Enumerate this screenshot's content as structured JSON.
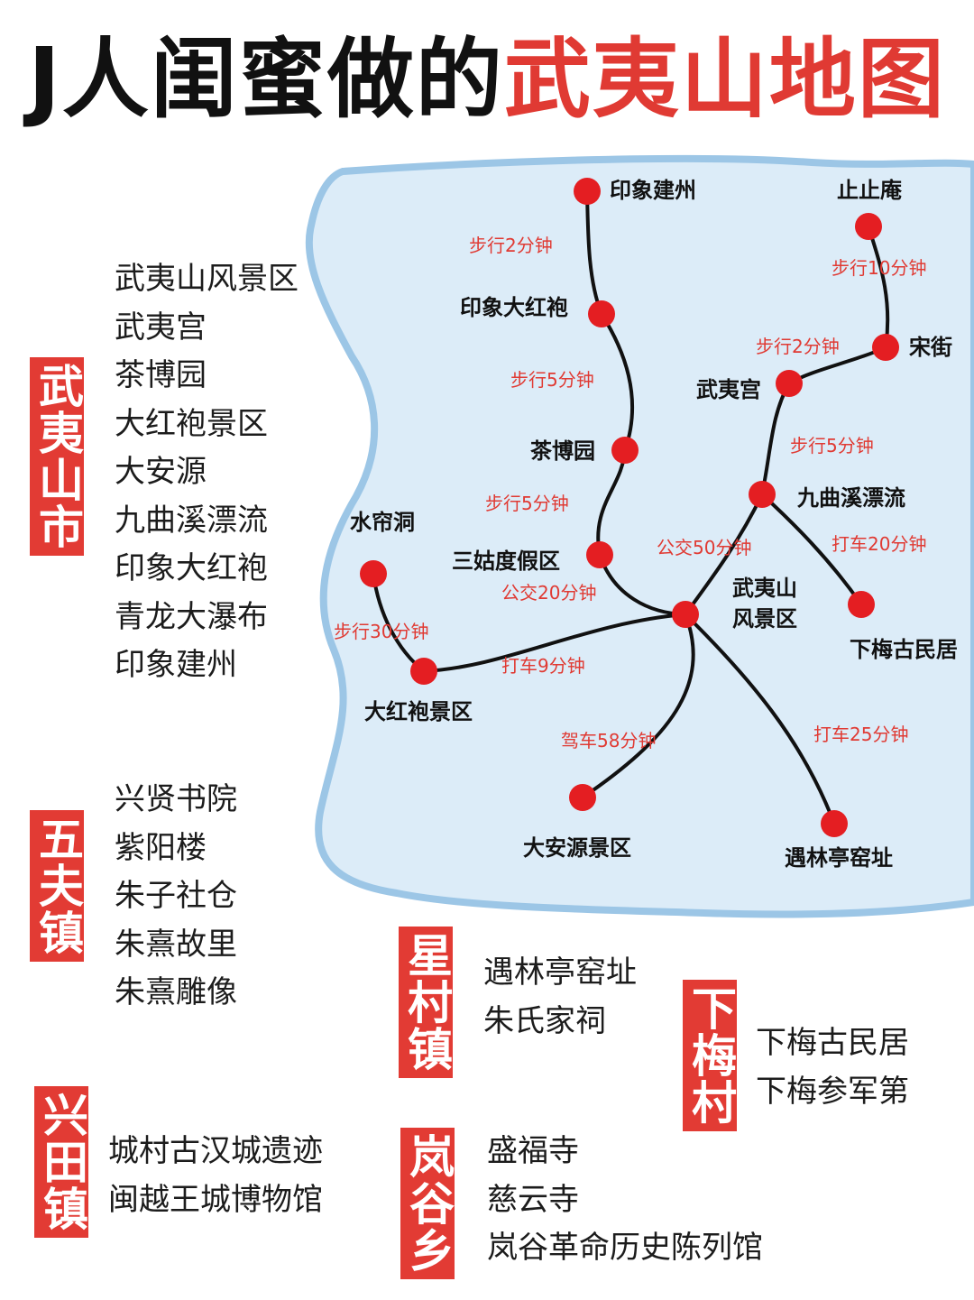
{
  "title": {
    "part1": "J人闺蜜做的",
    "part2": "武夷山地图"
  },
  "colors": {
    "accent_red": "#e23b34",
    "lake_fill": "#dcecf8",
    "lake_border": "#9cc6e6",
    "route_line": "#111111",
    "node_red": "#e41e22"
  },
  "regions": [
    {
      "name": "武夷山市",
      "items": [
        "武夷山风景区",
        "武夷宫",
        "茶博园",
        "大红袍景区",
        "大安源",
        "九曲溪漂流",
        "印象大红袍",
        "青龙大瀑布",
        "印象建州"
      ]
    },
    {
      "name": "五夫镇",
      "items": [
        "兴贤书院",
        "紫阳楼",
        "朱子社仓",
        "朱熹故里",
        "朱熹雕像"
      ]
    },
    {
      "name": "兴田镇",
      "items": [
        "城村古汉城遗迹",
        "闽越王城博物馆"
      ]
    },
    {
      "name": "星村镇",
      "items": [
        "遇林亭窑址",
        "朱氏家祠"
      ]
    },
    {
      "name": "岚谷乡",
      "items": [
        "盛福寺",
        "慈云寺",
        "岚谷革命历史陈列馆"
      ]
    },
    {
      "name": "下梅村",
      "items": [
        "下梅古民居",
        "下梅参军第"
      ]
    }
  ],
  "map": {
    "places": {
      "yinxiang_jianzhou": "印象建州",
      "zhizhi_an": "止止庵",
      "yinxiang_dahongpao": "印象大红袍",
      "song_jie": "宋街",
      "wuyi_gong": "武夷宫",
      "chabo_yuan": "茶博园",
      "jiuqu_xi": "九曲溪漂流",
      "shuilian_dong": "水帘洞",
      "sangu": "三姑度假区",
      "hub_line1": "武夷山",
      "hub_line2": "风景区",
      "xiamei": "下梅古民居",
      "dahongpao_scenic": "大红袍景区",
      "daanyuan": "大安源景区",
      "yulinting": "遇林亭窑址"
    },
    "routes": {
      "r1": "步行2分钟",
      "r2": "步行10分钟",
      "r3": "步行2分钟",
      "r4": "步行5分钟",
      "r5": "步行5分钟",
      "r6": "步行5分钟",
      "r7": "公交50分钟",
      "r8": "打车20分钟",
      "r9": "公交20分钟",
      "r10": "步行30分钟",
      "r11": "打车9分钟",
      "r12": "驾车58分钟",
      "r13": "打车25分钟"
    }
  }
}
